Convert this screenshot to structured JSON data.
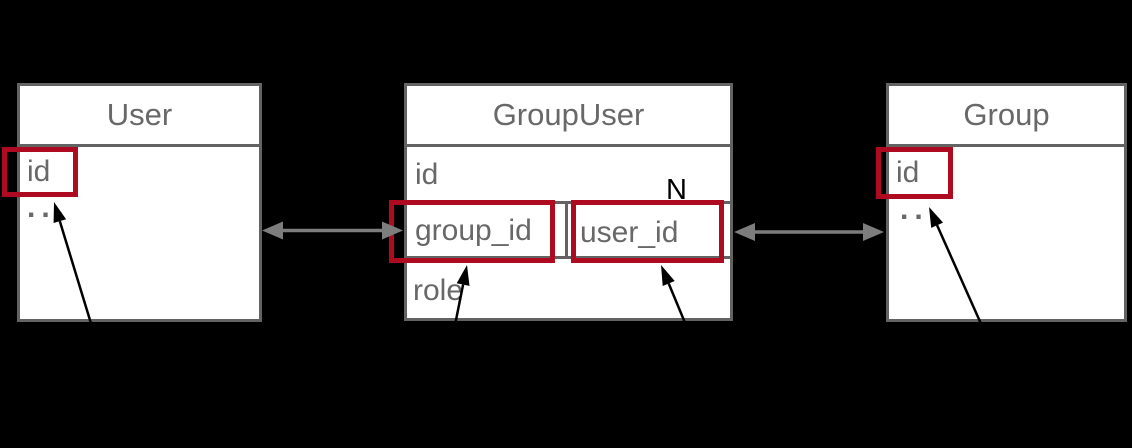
{
  "colors": {
    "background": "#000000",
    "table_fill": "#ffffff",
    "table_border": "#636363",
    "text_gray": "#686868",
    "highlight_red": "#ae0b21",
    "relation_arrow_gray": "#7d7d7d",
    "annotation_black": "#000000"
  },
  "tables": {
    "user": {
      "title": "User",
      "rows": {
        "id": "id",
        "more": "..."
      }
    },
    "group_user": {
      "title": "GroupUser",
      "rows": {
        "id": "id",
        "group_id": "group_id",
        "user_id": "user_id",
        "role": "role"
      }
    },
    "group": {
      "title": "Group",
      "rows": {
        "id": "id",
        "more": "..."
      }
    }
  },
  "labels": {
    "cardinality_n": "N"
  }
}
